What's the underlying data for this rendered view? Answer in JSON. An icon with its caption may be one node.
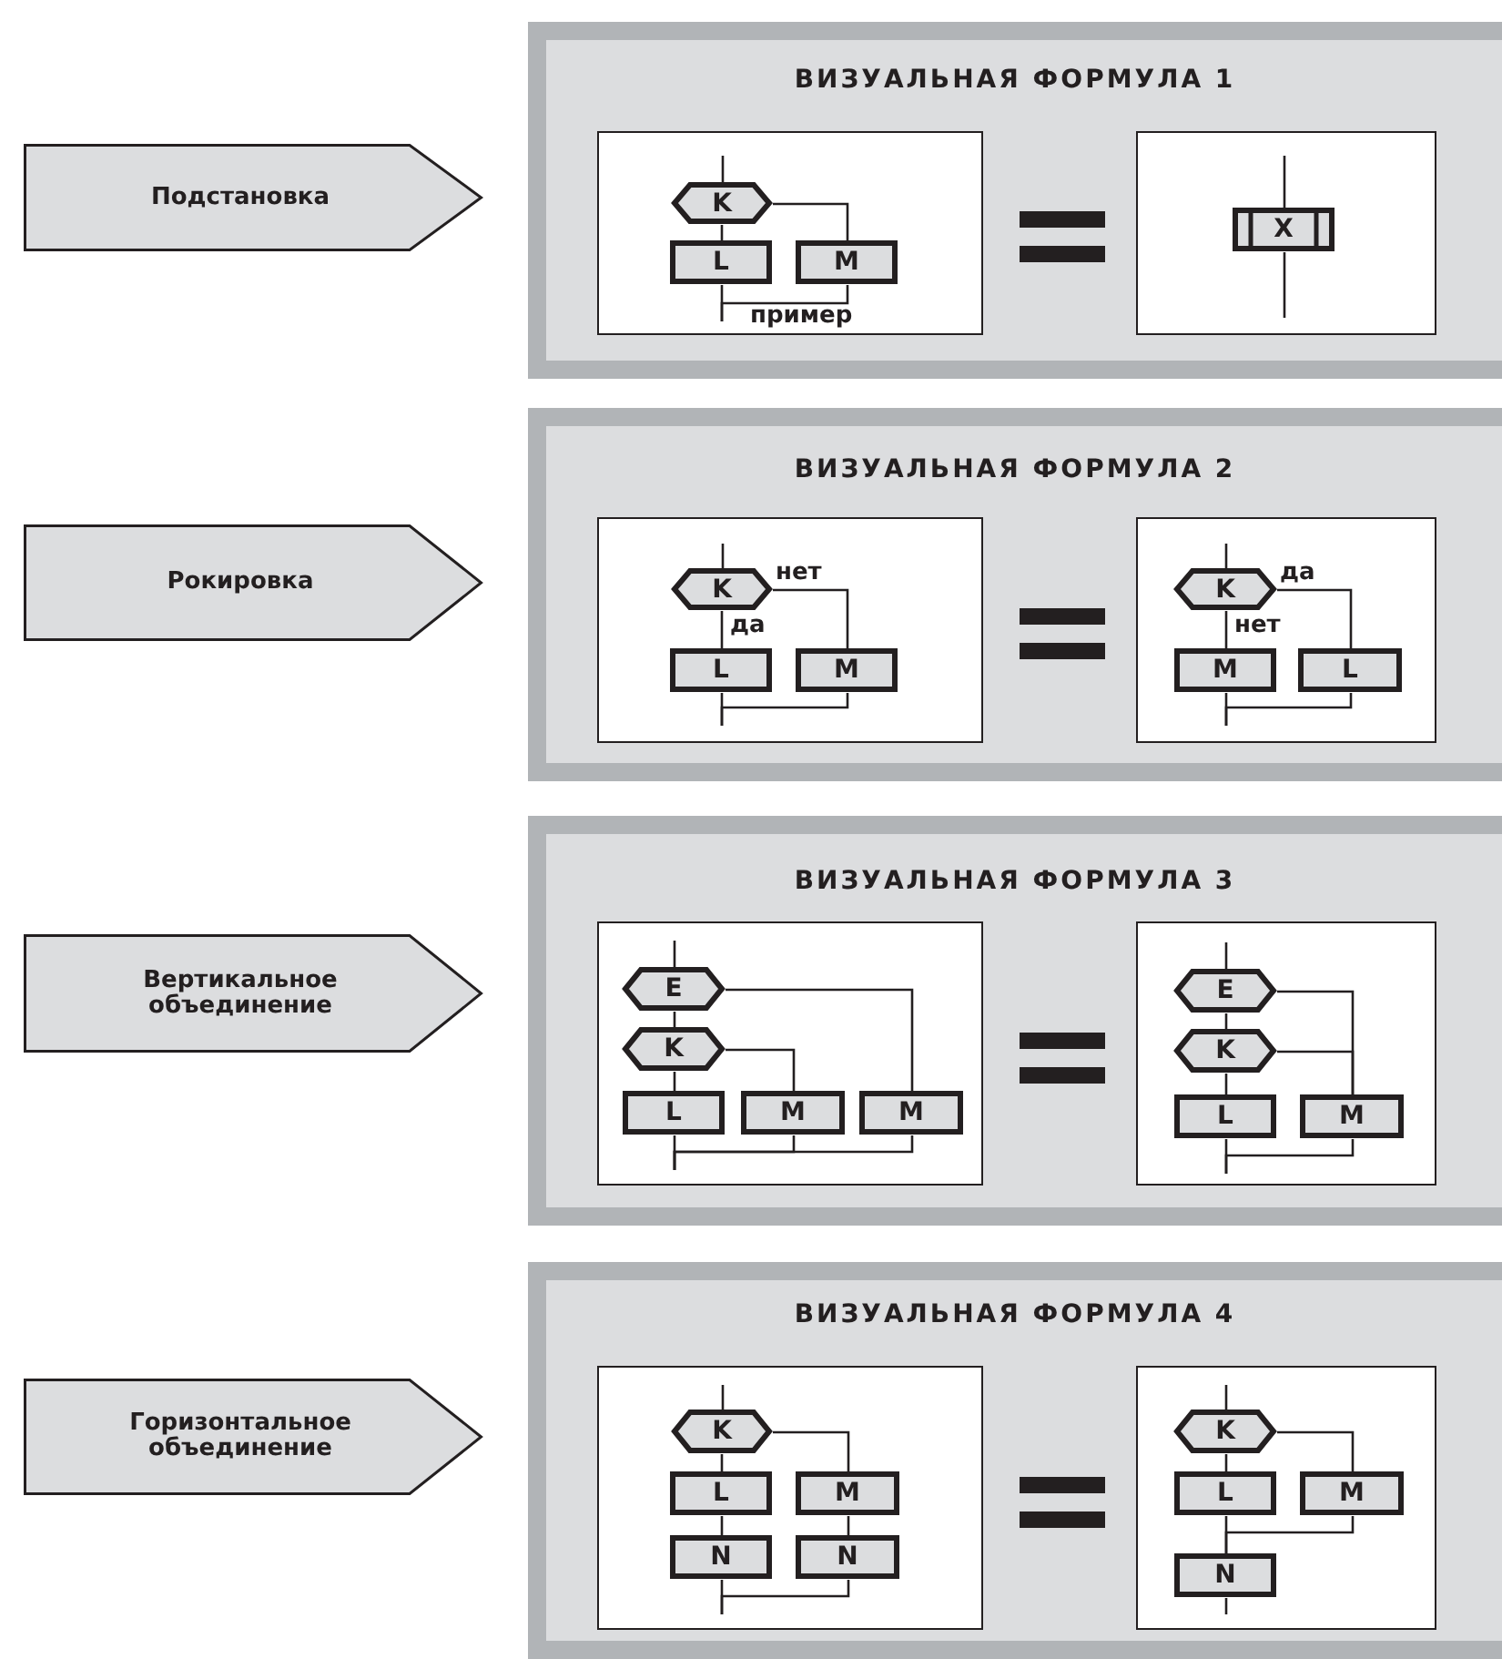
{
  "diagram": {
    "nodes": [
      {
        "text": [
          "Подстановка"
        ]
      },
      {
        "text": [
          "ВИЗУАЛЬНАЯ ФОРМУЛА 1"
        ]
      },
      {
        "text": [],
        "shape": "box",
        "in": 1
      },
      {
        "text": [
          "K"
        ],
        "in": 2
      },
      {
        "text": [
          "L"
        ],
        "in": 2
      },
      {
        "text": [
          "M"
        ],
        "in": 2
      },
      {
        "text": [],
        "shape": "box",
        "in": 1
      },
      {
        "text": [
          "X"
        ],
        "in": 6
      },
      {
        "text": [
          "Рокировка"
        ]
      },
      {
        "text": [
          "ВИЗУАЛЬНАЯ ФОРМУЛА 2"
        ]
      },
      {
        "text": [],
        "shape": "box",
        "in": 9
      },
      {
        "text": [
          "K"
        ],
        "in": 10
      },
      {
        "text": [
          "L"
        ],
        "in": 10
      },
      {
        "text": [
          "M"
        ],
        "in": 10
      },
      {
        "text": [],
        "shape": "box",
        "in": 9
      },
      {
        "text": [
          "K"
        ],
        "in": 14
      },
      {
        "text": [
          "M"
        ],
        "in": 14
      },
      {
        "text": [
          "L"
        ],
        "in": 14
      },
      {
        "text": [
          "Вертикальное объединение"
        ]
      },
      {
        "text": [
          "ВИЗУАЛЬНАЯ ФОРМУЛА 3"
        ]
      },
      {
        "text": [],
        "shape": "box",
        "in": 19
      },
      {
        "text": [
          "E"
        ],
        "in": 20
      },
      {
        "text": [
          "K"
        ],
        "in": 20
      },
      {
        "text": [
          "L"
        ],
        "in": 20
      },
      {
        "text": [
          "M"
        ],
        "in": 20
      },
      {
        "text": [
          "M"
        ],
        "in": 20
      },
      {
        "text": [],
        "shape": "box",
        "in": 19
      },
      {
        "text": [
          "E"
        ],
        "in": 26
      },
      {
        "text": [
          "K"
        ],
        "in": 26
      },
      {
        "text": [
          "L"
        ],
        "in": 26
      },
      {
        "text": [
          "M"
        ],
        "in": 26
      },
      {
        "text": [
          "Горизонтальное объединение"
        ]
      },
      {
        "text": [
          "ВИЗУАЛЬНАЯ ФОРМУЛА 4"
        ]
      },
      {
        "text": [],
        "shape": "box",
        "in": 32
      },
      {
        "text": [
          "K"
        ],
        "in": 33
      },
      {
        "text": [
          "L"
        ],
        "in": 33
      },
      {
        "text": [
          "M"
        ],
        "in": 33
      },
      {
        "text": [
          "N"
        ],
        "in": 33
      },
      {
        "text": [
          "N"
        ],
        "in": 33
      },
      {
        "text": [],
        "shape": "box",
        "in": 32
      },
      {
        "text": [
          "K"
        ],
        "in": 39
      },
      {
        "text": [
          "L"
        ],
        "in": 39
      },
      {
        "text": [
          "M"
        ],
        "in": 39
      },
      {
        "text": [
          "N"
        ],
        "in": 39
      }
    ],
    "edges": [
      {
        "from": null,
        "to": 3,
        "arrow": "none"
      },
      {
        "from": 3,
        "to": 4,
        "arrow": "none"
      },
      {
        "from": 3,
        "to": 5,
        "arrow": "none"
      },
      {
        "from": 4,
        "to": null,
        "arrow": "none"
      },
      {
        "from": 5,
        "to": null,
        "arrow": "none"
      },
      {
        "from": null,
        "to": 7,
        "arrow": "none"
      },
      {
        "from": 7,
        "to": null,
        "arrow": "none"
      },
      {
        "from": null,
        "to": 11,
        "arrow": "none"
      },
      {
        "from": 11,
        "to": 12,
        "arrow": "none",
        "label": "да"
      },
      {
        "from": 11,
        "to": 13,
        "arrow": "none",
        "label": "нет"
      },
      {
        "from": 12,
        "to": null,
        "arrow": "none"
      },
      {
        "from": 13,
        "to": null,
        "arrow": "none"
      },
      {
        "from": null,
        "to": 15,
        "arrow": "none"
      },
      {
        "from": 15,
        "to": 16,
        "arrow": "none",
        "label": "нет"
      },
      {
        "from": 15,
        "to": 17,
        "arrow": "none",
        "label": "да"
      },
      {
        "from": 16,
        "to": null,
        "arrow": "none"
      },
      {
        "from": 17,
        "to": null,
        "arrow": "none"
      },
      {
        "from": null,
        "to": 21,
        "arrow": "none"
      },
      {
        "from": 21,
        "to": 22,
        "arrow": "none"
      },
      {
        "from": 21,
        "to": 25,
        "arrow": "none"
      },
      {
        "from": 22,
        "to": 23,
        "arrow": "none"
      },
      {
        "from": 22,
        "to": 24,
        "arrow": "none"
      },
      {
        "from": 23,
        "to": null,
        "arrow": "none"
      },
      {
        "from": 24,
        "to": null,
        "arrow": "none"
      },
      {
        "from": 25,
        "to": null,
        "arrow": "none"
      },
      {
        "from": null,
        "to": 27,
        "arrow": "none"
      },
      {
        "from": 27,
        "to": 28,
        "arrow": "none"
      },
      {
        "from": 27,
        "to": 30,
        "arrow": "none"
      },
      {
        "from": 28,
        "to": 29,
        "arrow": "none"
      },
      {
        "from": 28,
        "to": 30,
        "arrow": "none"
      },
      {
        "from": 29,
        "to": null,
        "arrow": "none"
      },
      {
        "from": 30,
        "to": null,
        "arrow": "none"
      },
      {
        "from": null,
        "to": 34,
        "arrow": "none"
      },
      {
        "from": 34,
        "to": 35,
        "arrow": "none"
      },
      {
        "from": 34,
        "to": 36,
        "arrow": "none"
      },
      {
        "from": 35,
        "to": 37,
        "arrow": "none"
      },
      {
        "from": 36,
        "to": 38,
        "arrow": "none"
      },
      {
        "from": 37,
        "to": null,
        "arrow": "none"
      },
      {
        "from": 38,
        "to": null,
        "arrow": "none"
      },
      {
        "from": null,
        "to": 40,
        "arrow": "none"
      },
      {
        "from": 40,
        "to": 41,
        "arrow": "none"
      },
      {
        "from": 40,
        "to": 42,
        "arrow": "none"
      },
      {
        "from": 41,
        "to": 43,
        "arrow": "none"
      },
      {
        "from": 42,
        "to": 43,
        "arrow": "none"
      },
      {
        "from": 43,
        "to": null,
        "arrow": "none"
      }
    ],
    "labels": [
      "пример"
    ]
  }
}
